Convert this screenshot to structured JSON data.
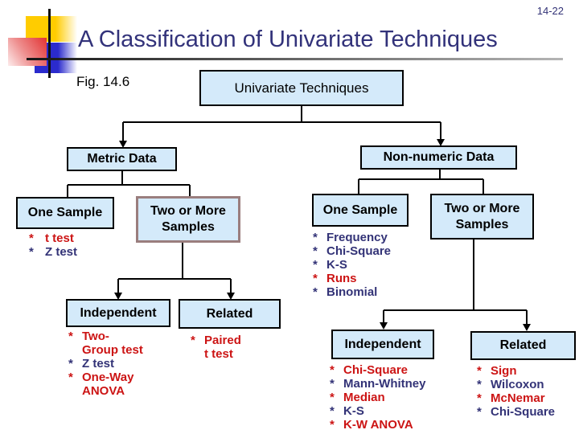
{
  "page_number": "14-22",
  "title": "A Classification of Univariate Techniques",
  "figure_label": "Fig. 14.6",
  "colors": {
    "red": "#cc1414",
    "navy": "#333377",
    "title": "#32327a",
    "box_fill": "#d4eafa",
    "box_border": "#000000",
    "two_or_more_left_border": "#9a7e7e"
  },
  "boxes": {
    "univariate": "Univariate Techniques",
    "metric": "Metric Data",
    "non_numeric": "Non-numeric Data",
    "one_sample_left": "One Sample",
    "two_or_more_left": "Two or More Samples",
    "independent_left": "Independent",
    "related_left": "Related",
    "one_sample_right": "One Sample",
    "two_or_more_right": "Two or More Samples",
    "independent_right": "Independent",
    "related_right": "Related"
  },
  "lists": {
    "one_sample_left": [
      {
        "t": "t test",
        "c": "red"
      },
      {
        "t": "Z test",
        "c": "navy"
      }
    ],
    "independent_left": [
      {
        "t": "Two-",
        "c": "red"
      },
      {
        "t": "Group test",
        "c": "red",
        "cont": true
      },
      {
        "t": "Z test",
        "c": "navy"
      },
      {
        "t": "One-Way",
        "c": "red"
      },
      {
        "t": "ANOVA",
        "c": "red",
        "cont": true
      }
    ],
    "related_left": [
      {
        "t": "Paired",
        "c": "red"
      },
      {
        "t": "t test",
        "c": "red",
        "cont": true
      }
    ],
    "one_sample_right": [
      {
        "t": "Frequency",
        "c": "navy"
      },
      {
        "t": "Chi-Square",
        "c": "navy"
      },
      {
        "t": "K-S",
        "c": "navy"
      },
      {
        "t": "Runs",
        "c": "red"
      },
      {
        "t": "Binomial",
        "c": "navy"
      }
    ],
    "independent_right": [
      {
        "t": "Chi-Square",
        "c": "red"
      },
      {
        "t": "Mann-Whitney",
        "c": "navy"
      },
      {
        "t": "Median",
        "c": "red"
      },
      {
        "t": "K-S",
        "c": "navy"
      },
      {
        "t": "K-W ANOVA",
        "c": "red"
      }
    ],
    "related_right": [
      {
        "t": "Sign",
        "c": "red"
      },
      {
        "t": "Wilcoxon",
        "c": "navy"
      },
      {
        "t": "McNemar",
        "c": "red"
      },
      {
        "t": "Chi-Square",
        "c": "navy"
      }
    ]
  }
}
